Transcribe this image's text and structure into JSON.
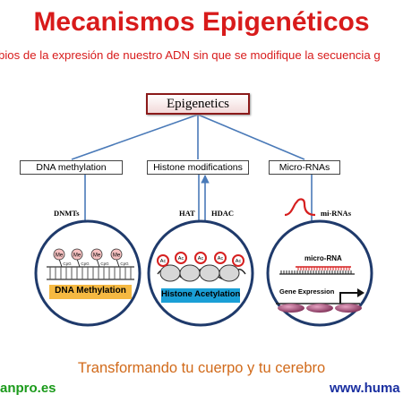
{
  "title": "Mecanismos Epigenéticos",
  "subtitle": "bios de la expresión de nuestro ADN sin que se modifique la secuencia g",
  "diagram": {
    "root": "Epigenetics",
    "branches": [
      {
        "label": "DNA methylation",
        "enzymes": "DNMTs",
        "panel_label": "DNA Methylation",
        "marks": [
          "Me",
          "Me",
          "Me",
          "Me"
        ],
        "cpg": [
          "CpG",
          "CpG",
          "CpG",
          "CpG"
        ]
      },
      {
        "label": "Histone modifications",
        "enzymes_left": "HAT",
        "enzymes_right": "HDAC",
        "panel_label": "Histone Acetylation",
        "marks": [
          "Ac",
          "Ac",
          "Ac",
          "Ac",
          "Ac"
        ]
      },
      {
        "label": "Micro-RNAs",
        "enzymes": "mi-RNAs",
        "panel_label_top": "micro-RNA",
        "panel_label": "Gene Expression"
      }
    ],
    "colors": {
      "root_border": "#8b1a1a",
      "arrow": "#4a7ab8",
      "circle": "#1f3a6b",
      "acetyl": "#d62020",
      "methyl_label_bg": "#f5b942"
    }
  },
  "tagline": "Transformando tu cuerpo y tu cerebro",
  "footer": {
    "left": "anpro.es",
    "right": "www.huma"
  }
}
